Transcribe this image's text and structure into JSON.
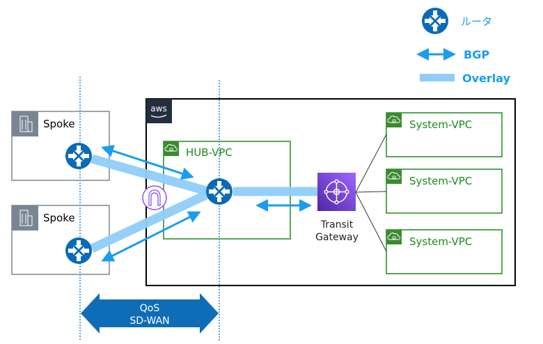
{
  "legend": {
    "router_label": "ルータ",
    "bgp_label": "BGP",
    "overlay_label": "Overlay"
  },
  "colors": {
    "router_blue": "#0a6ab6",
    "bgp_arrow": "#1a9cf0",
    "overlay_band": "#8fcdf9",
    "vpc_green": "#1e8a1e",
    "tgw_purple": "#6b3fd6",
    "spoke_gray": "#7a8594",
    "aws_dark": "#232f3e",
    "sdwan_blue": "#0f6db8"
  },
  "spokes": [
    {
      "label": "Spoke"
    },
    {
      "label": "Spoke"
    }
  ],
  "aws": {
    "badge": "aws"
  },
  "hub_vpc": {
    "label": "HUB-VPC"
  },
  "transit_gateway": {
    "line1": "Transit",
    "line2": "Gateway"
  },
  "system_vpcs": [
    {
      "label": "System-VPC"
    },
    {
      "label": "System-VPC"
    },
    {
      "label": "System-VPC"
    }
  ],
  "sdwan": {
    "line1": "QoS",
    "line2": "SD-WAN"
  }
}
